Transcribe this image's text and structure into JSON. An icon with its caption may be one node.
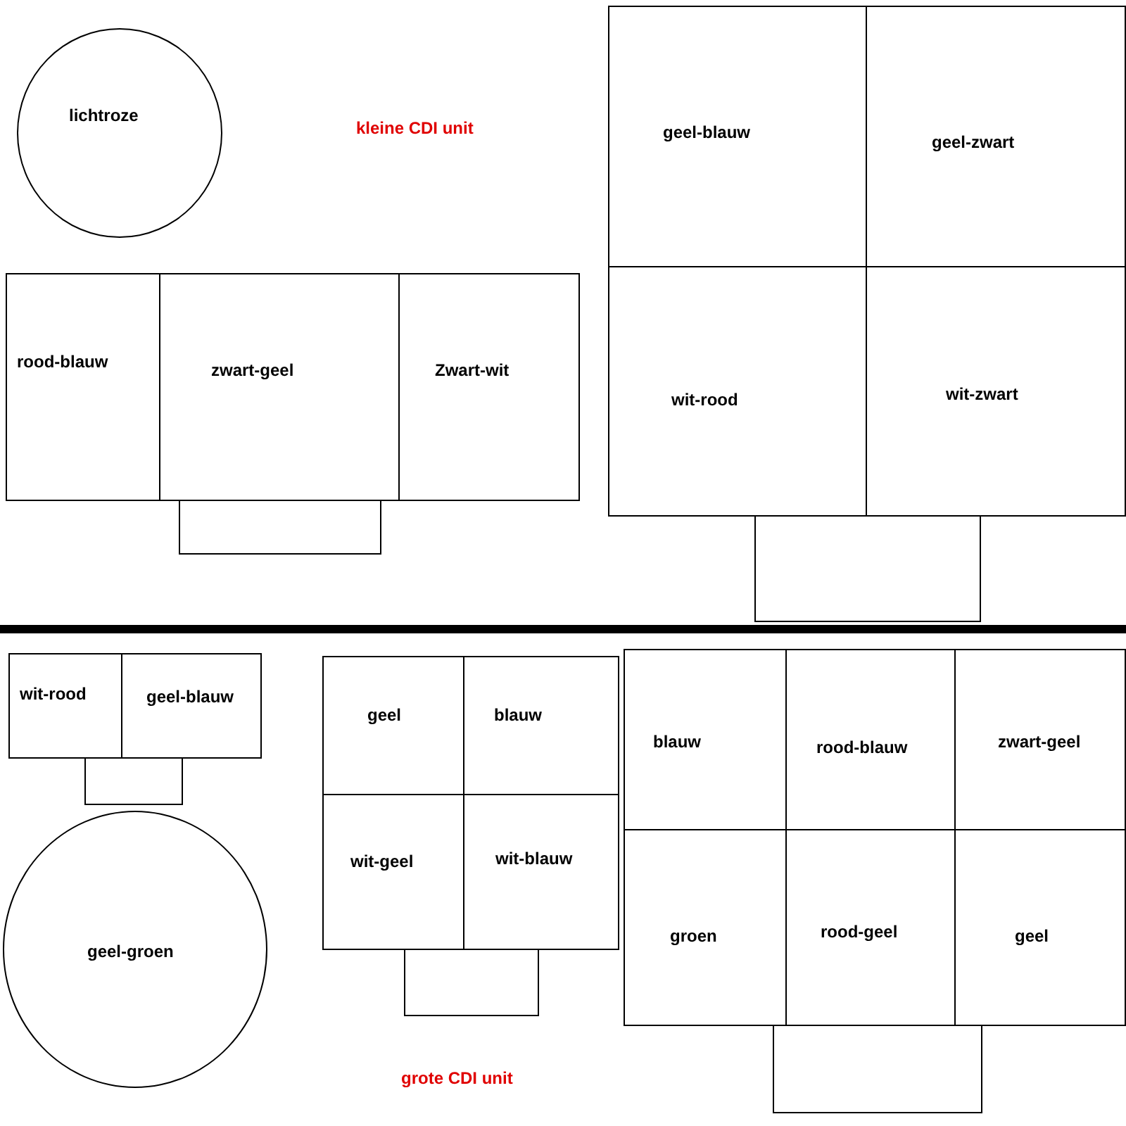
{
  "diagram": {
    "nodes": [
      {
        "text": [
          "lichtroze"
        ]
      },
      {
        "text": [
          "rood-blauw"
        ]
      },
      {
        "text": [
          "zwart-geel"
        ]
      },
      {
        "text": [
          "Zwart-wit"
        ]
      },
      {
        "text": [],
        "shape": "box"
      },
      {
        "text": [
          "geel-blauw"
        ]
      },
      {
        "text": [
          "geel-zwart"
        ]
      },
      {
        "text": [
          "wit-rood"
        ]
      },
      {
        "text": [
          "wit-zwart"
        ]
      },
      {
        "text": [],
        "shape": "box"
      },
      {
        "text": [
          "wit-rood"
        ]
      },
      {
        "text": [
          "geel-blauw"
        ]
      },
      {
        "text": [],
        "shape": "box"
      },
      {
        "text": [
          "geel-groen"
        ]
      },
      {
        "text": [
          "geel"
        ]
      },
      {
        "text": [
          "blauw"
        ]
      },
      {
        "text": [
          "wit-geel"
        ]
      },
      {
        "text": [
          "wit-blauw"
        ]
      },
      {
        "text": [],
        "shape": "box"
      },
      {
        "text": [
          "blauw"
        ]
      },
      {
        "text": [
          "rood-blauw"
        ]
      },
      {
        "text": [
          "zwart-geel"
        ]
      },
      {
        "text": [
          "groen"
        ]
      },
      {
        "text": [
          "rood-geel"
        ]
      },
      {
        "text": [
          "geel"
        ]
      },
      {
        "text": [],
        "shape": "box"
      }
    ],
    "labels": [
      "kleine CDI unit",
      "grote CDI unit"
    ]
  }
}
